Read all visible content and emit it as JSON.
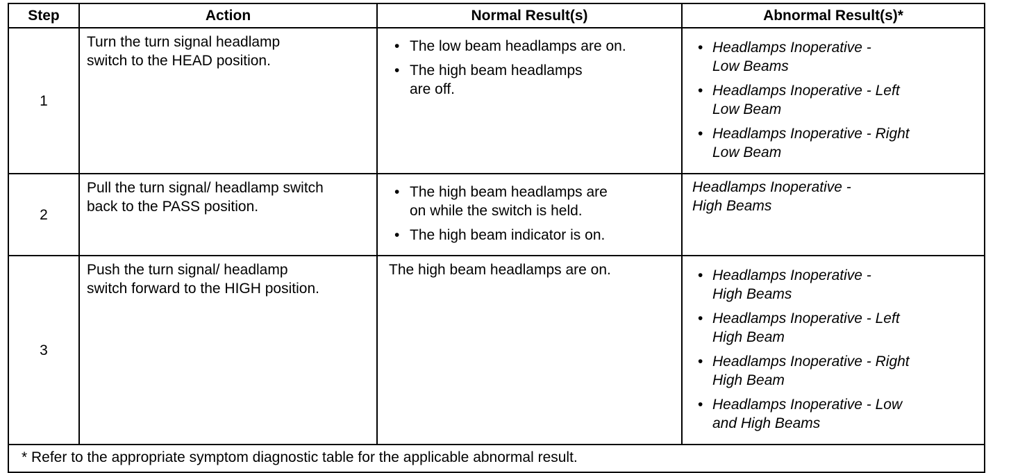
{
  "headers": {
    "step": "Step",
    "action": "Action",
    "normal": "Normal Result(s)",
    "abnormal": "Abnormal Result(s)*"
  },
  "rows": [
    {
      "step": "1",
      "action": "Turn the turn signal headlamp\nswitch to the HEAD position.",
      "normal": [
        "The low beam headlamps are on.",
        "The high beam headlamps\nare off."
      ],
      "abnormal": [
        "Headlamps Inoperative -\nLow Beams",
        "Headlamps Inoperative - Left\nLow Beam",
        "Headlamps Inoperative - Right\nLow Beam"
      ]
    },
    {
      "step": "2",
      "action": "Pull the turn signal/ headlamp switch\nback to the PASS position.",
      "normal": [
        "The high beam headlamps are\non while the switch is held.",
        "The high beam indicator is on."
      ],
      "abnormal_text": "Headlamps Inoperative -\nHigh Beams"
    },
    {
      "step": "3",
      "action": "Push the turn signal/ headlamp\nswitch forward to the HIGH position.",
      "normal_text": "The high beam headlamps are on.",
      "abnormal": [
        "Headlamps Inoperative -\nHigh Beams",
        "Headlamps Inoperative - Left\nHigh Beam",
        "Headlamps Inoperative - Right\nHigh Beam",
        "Headlamps Inoperative - Low\nand High Beams"
      ]
    }
  ],
  "footnote": "* Refer to the appropriate symptom diagnostic table for the applicable abnormal result."
}
